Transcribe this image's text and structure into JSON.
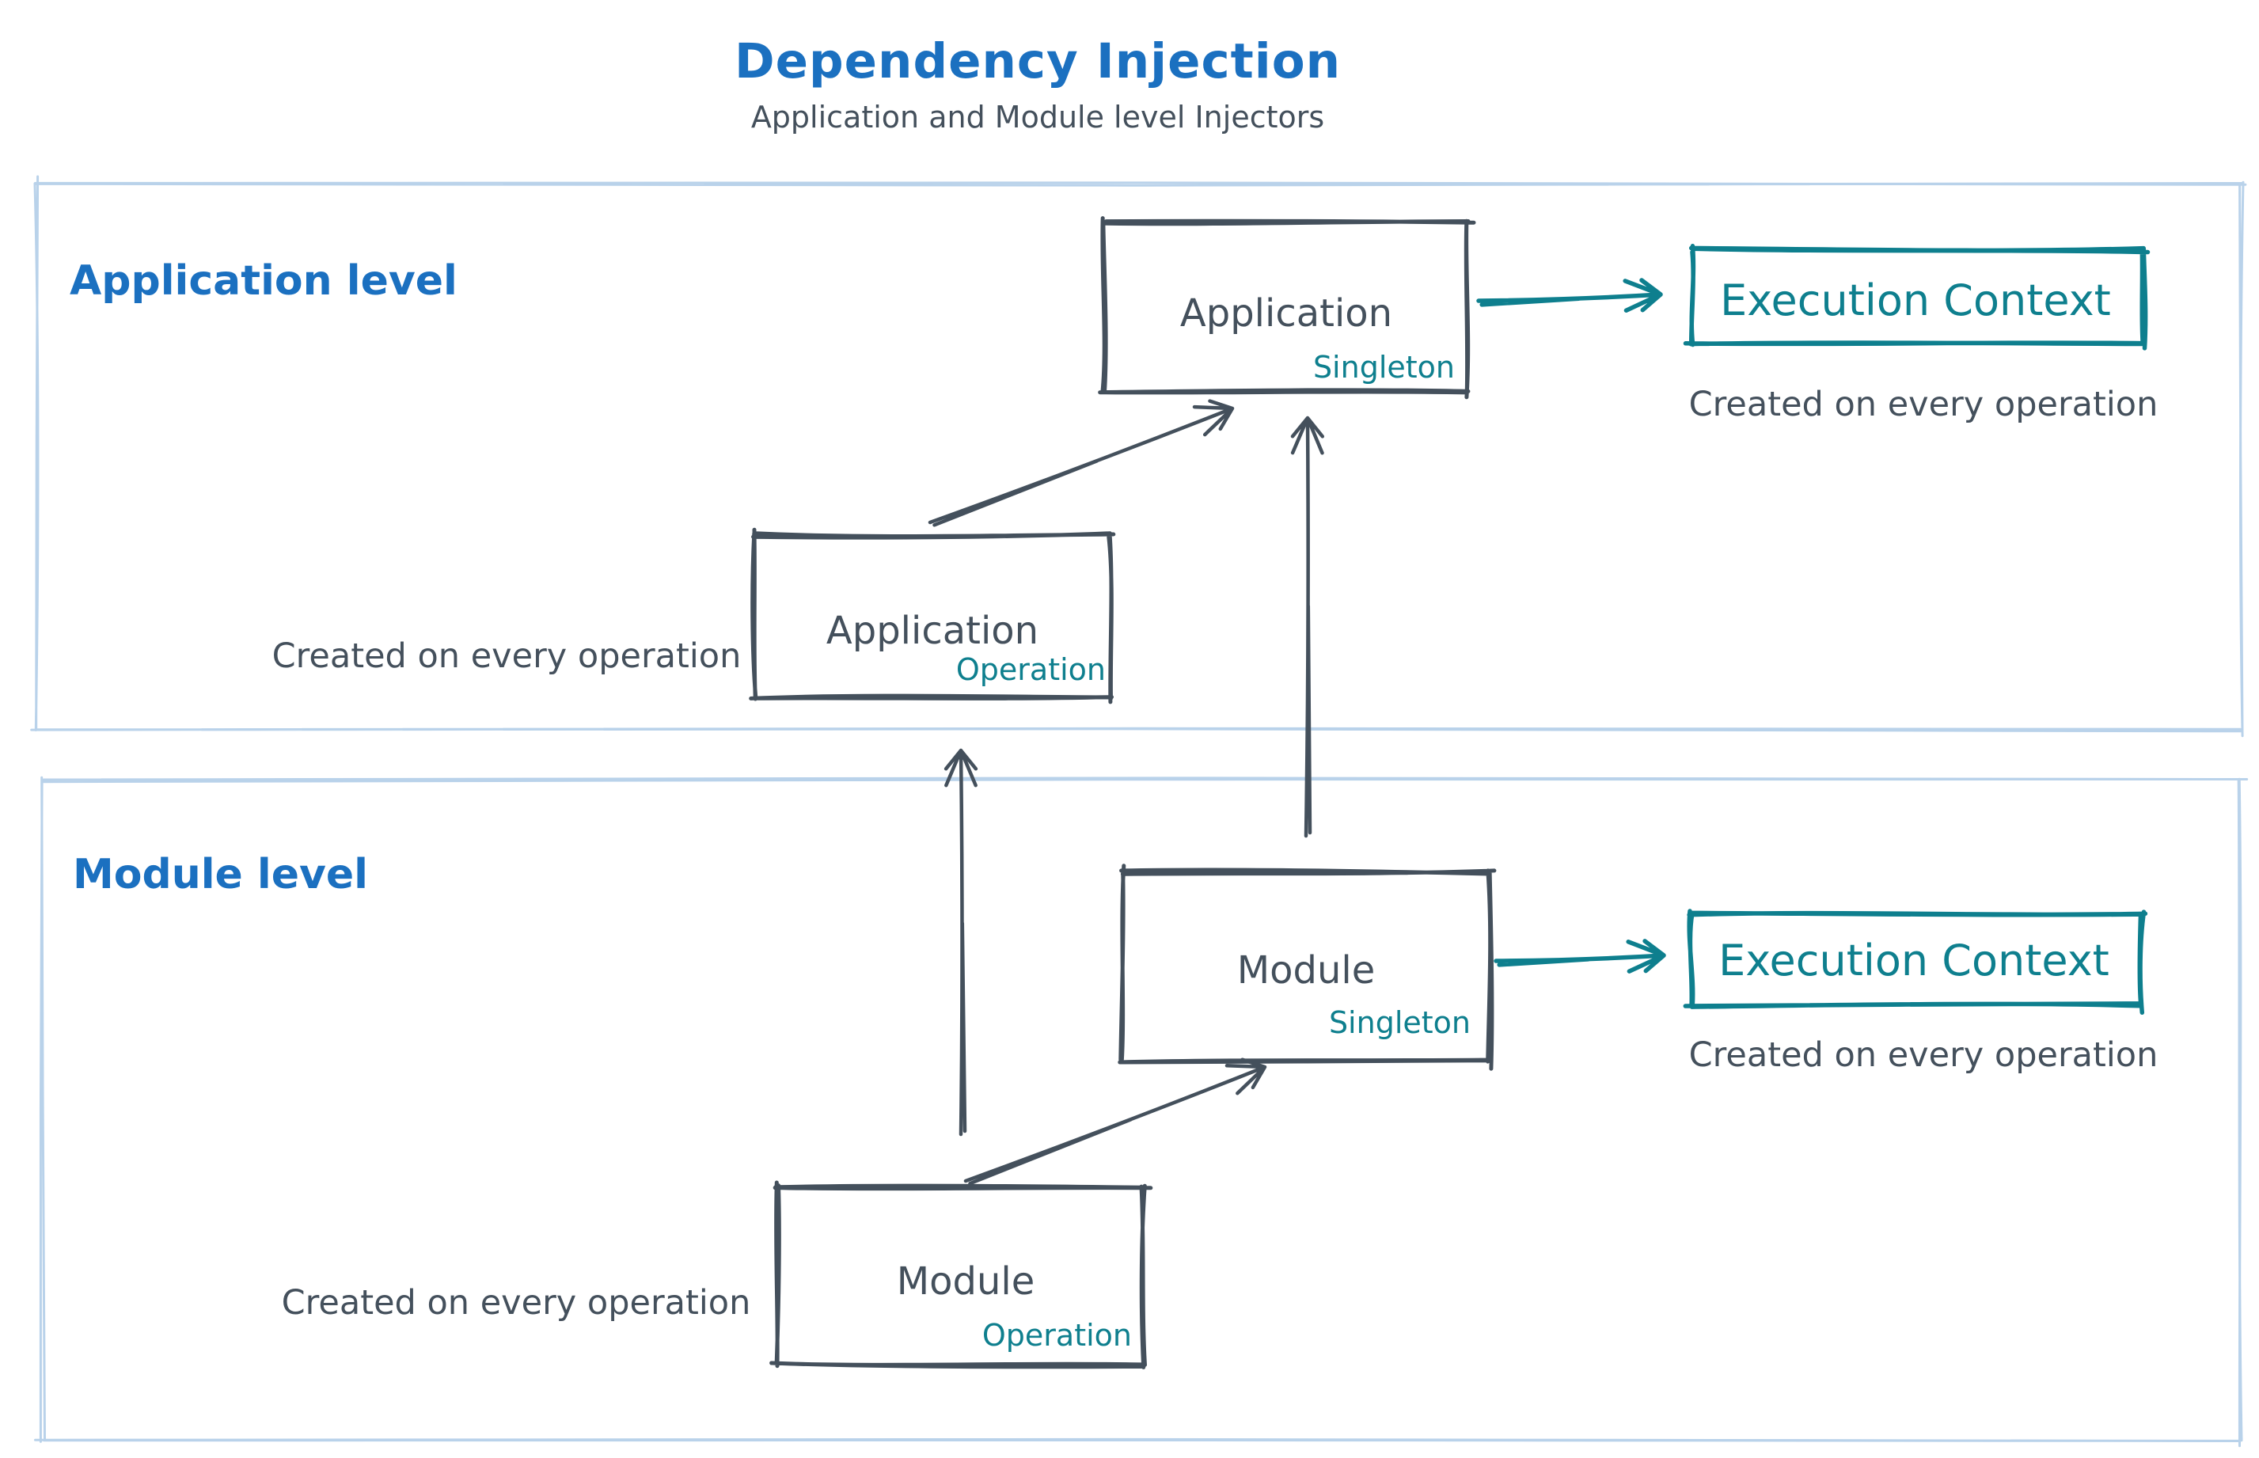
{
  "title": "Dependency Injection",
  "subtitle": "Application and Module level Injectors",
  "colors": {
    "accent_blue": "#1b70c0",
    "ink": "#44505c",
    "teal": "#0e7f8e",
    "frame_border": "#b9d2ea",
    "background": "#ffffff"
  },
  "frames": {
    "application": {
      "label": "Application level"
    },
    "module": {
      "label": "Module level"
    }
  },
  "boxes": {
    "app_singleton": {
      "title": "Application",
      "badge": "Singleton"
    },
    "app_operation": {
      "title": "Application",
      "badge": "Operation"
    },
    "module_singleton": {
      "title": "Module",
      "badge": "Singleton"
    },
    "module_operation": {
      "title": "Module",
      "badge": "Operation"
    },
    "exec_context_app": {
      "title": "Execution Context"
    },
    "exec_context_module": {
      "title": "Execution Context"
    }
  },
  "notes": {
    "app_operation": "Created on every operation",
    "app_exec": "Created on every operation",
    "module_operation": "Created on every operation",
    "module_exec": "Created on every operation"
  }
}
